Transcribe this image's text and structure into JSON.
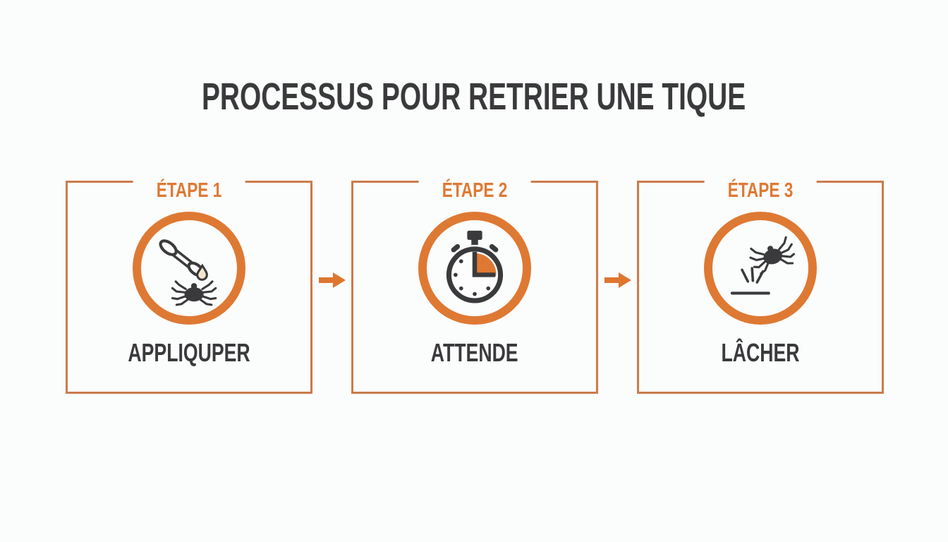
{
  "title": "PROCESSUS POUR RETRIER UNE TIQUE",
  "colors": {
    "orange": "#DE7933",
    "border_orange": "#CC7B4C",
    "dark": "#3A3A3C",
    "background": "#FBFCFC",
    "drop_fill": "#F4E6CC"
  },
  "steps": [
    {
      "etape_label": "ÉTAPE 1",
      "caption": "APPLIQUPER",
      "icon": "swab-drop-tick-icon"
    },
    {
      "etape_label": "ÉTAPE 2",
      "caption": "ATTENDE",
      "icon": "stopwatch-icon"
    },
    {
      "etape_label": "ÉTAPE 3",
      "caption": "LÂCHER",
      "icon": "tick-jump-icon"
    }
  ],
  "arrow_icon": "arrow-right-icon"
}
